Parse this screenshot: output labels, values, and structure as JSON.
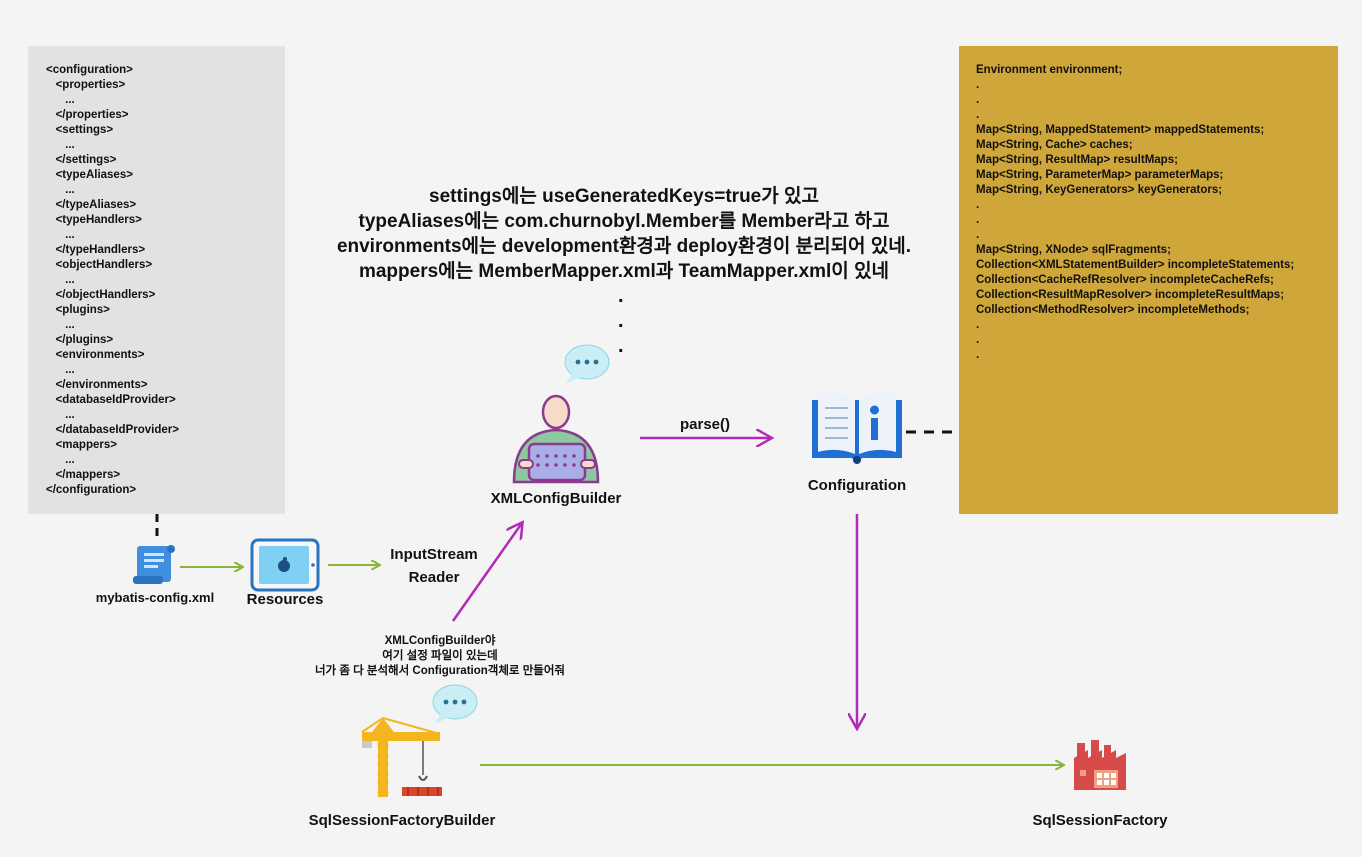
{
  "xml_config": {
    "lines": [
      "<configuration>",
      "   <properties>",
      "      ...",
      "   </properties>",
      "   <settings>",
      "      ...",
      "   </settings>",
      "   <typeAliases>",
      "      ...",
      "   </typeAliases>",
      "   <typeHandlers>",
      "      ...",
      "   </typeHandlers>",
      "   <objectHandlers>",
      "      ...",
      "   </objectHandlers>",
      "   <plugins>",
      "      ...",
      "   </plugins>",
      "   <environments>",
      "      ...",
      "   </environments>",
      "   <databaseIdProvider>",
      "      ...",
      "   </databaseIdProvider>",
      "   <mappers>",
      "      ...",
      "   </mappers>",
      "</configuration>"
    ]
  },
  "configuration_fields": {
    "lines": [
      "Environment environment;",
      ".",
      ".",
      ".",
      "Map<String, MappedStatement> mappedStatements;",
      "Map<String, Cache> caches;",
      "Map<String, ResultMap> resultMaps;",
      "Map<String, ParameterMap> parameterMaps;",
      "Map<String, KeyGenerators> keyGenerators;",
      ".",
      ".",
      ".",
      "Map<String, XNode> sqlFragments;",
      "Collection<XMLStatementBuilder> incompleteStatements;",
      "Collection<CacheRefResolver> incompleteCacheRefs;",
      "Collection<ResultMapResolver> incompleteResultMaps;",
      "Collection<MethodResolver> incompleteMethods;",
      ".",
      ".",
      "."
    ]
  },
  "parse_note": {
    "line1": "settings에는 useGeneratedKeys=true가 있고",
    "line2": "typeAliases에는 com.churnobyl.Member를 Member라고 하고",
    "line3": "environments에는 development환경과 deploy환경이 분리되어 있네.",
    "line4": "mappers에는 MemberMapper.xml과 TeamMapper.xml이 있네",
    "dots": [
      ".",
      ".",
      "."
    ]
  },
  "nodes": {
    "config_file": "mybatis-config.xml",
    "resources": "Resources",
    "input_stream_reader_line1": "InputStream",
    "input_stream_reader_line2": "Reader",
    "xml_config_builder": "XMLConfigBuilder",
    "configuration": "Configuration",
    "sql_session_factory_builder": "SqlSessionFactoryBuilder",
    "sql_session_factory": "SqlSessionFactory"
  },
  "edges": {
    "parse_label": "parse()"
  },
  "builder_message": {
    "line1": "XMLConfigBuilder야",
    "line2": "여기 설정 파일이 있는데",
    "line3": "너가 좀 다 분석해서 Configuration객체로 만들어줘"
  },
  "colors": {
    "xml_box_bg": "#e2e2e2",
    "config_box_bg": "#cfa63a",
    "green_arrow": "#8ab43a",
    "purple_arrow": "#b22ab8",
    "speech_bubble": "#c9eef5"
  },
  "icons": {
    "config_file": "scroll-document-icon",
    "resources": "tablet-apple-icon",
    "xml_config_builder": "person-laptop-icon",
    "configuration": "info-book-icon",
    "sql_session_factory_builder": "construction-crane-icon",
    "sql_session_factory": "factory-icon",
    "bubble": "speech-bubble-icon"
  }
}
